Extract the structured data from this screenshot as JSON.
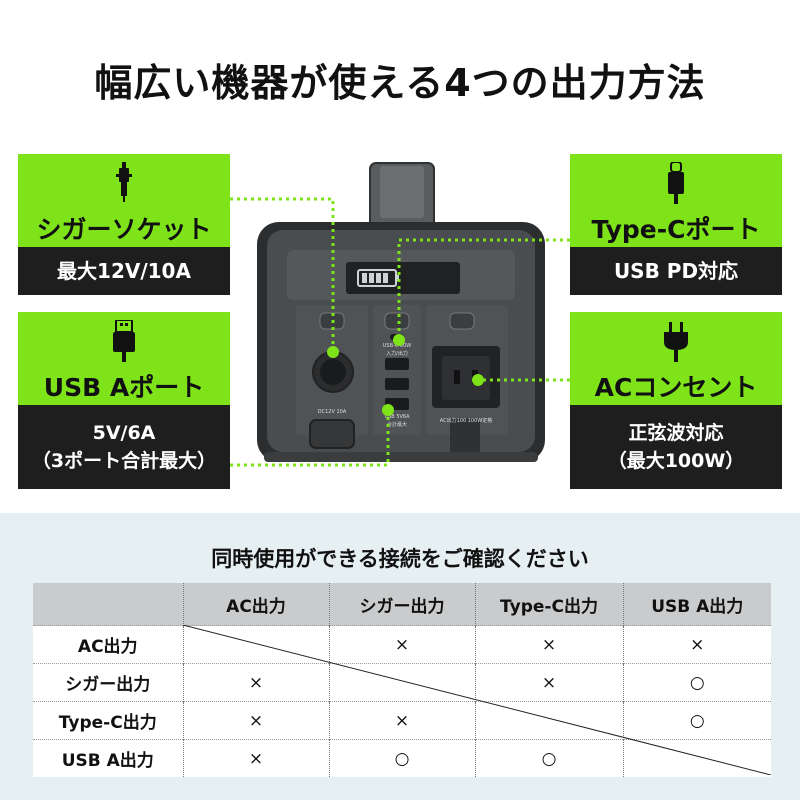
{
  "title": "幅広い機器が使える4つの出力方法",
  "cards": {
    "cigar": {
      "label": "シガーソケット",
      "body": "最大12V/10A"
    },
    "usba": {
      "label": "USB Aポート",
      "body_line1": "5V/6A",
      "body_line2": "（3ポート合計最大）"
    },
    "typec": {
      "label": "Type-Cポート",
      "body": "USB PD対応"
    },
    "ac": {
      "label": "ACコンセント",
      "body_line1": "正弦波対応",
      "body_line2": "（最大100W）"
    }
  },
  "device": {
    "usbc_label": "USB-C 60W",
    "usbc_sub": "入力/出力",
    "usba_label": "USB 5V6A",
    "usba_sub": "合計最大",
    "ac_label": "AC出力100 100W定格",
    "cigar_label": "DC12V 10A"
  },
  "compat": {
    "subtitle": "同時使用ができる接続をご確認ください",
    "columns": [
      "AC出力",
      "シガー出力",
      "Type-C出力",
      "USB A出力"
    ],
    "rows": [
      {
        "label": "AC出力",
        "cells": [
          "",
          "×",
          "×",
          "×"
        ]
      },
      {
        "label": "シガー出力",
        "cells": [
          "×",
          "",
          "×",
          "○"
        ]
      },
      {
        "label": "Type-C出力",
        "cells": [
          "×",
          "×",
          "",
          "○"
        ]
      },
      {
        "label": "USB A出力",
        "cells": [
          "×",
          "○",
          "○",
          ""
        ]
      }
    ]
  },
  "colors": {
    "accent": "#7fe31a",
    "dark": "#1e1e1e",
    "table_header": "#c9cbcd",
    "bottom_bg": "#e6eff2"
  }
}
